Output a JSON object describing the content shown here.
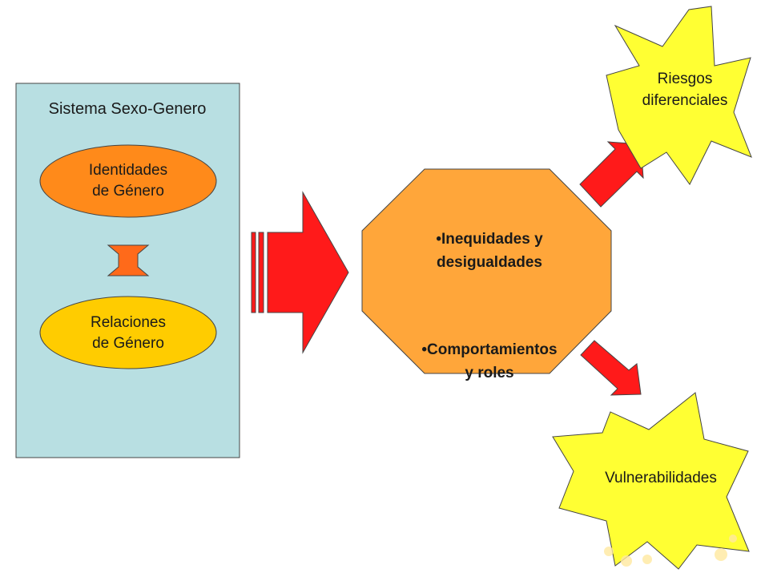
{
  "system": {
    "title": "Sistema Sexo-Genero",
    "identity_label": "Identidades\nde Género",
    "relations_label": "Relaciones\nde Género"
  },
  "center": {
    "item1": "•Inequidades y\ndesigualdades",
    "item2": "•Comportamientos\ny roles"
  },
  "outcomes": {
    "risks": "Riesgos\ndiferenciales",
    "vulnerabilities": "Vulnerabilidades"
  },
  "colors": {
    "system_box": "#b8dfe2",
    "identity_fill": "#ff8a1a",
    "relations_fill": "#ffcc00",
    "double_arrow": "#ff6a1a",
    "big_arrow": "#ff1a1a",
    "octagon": "#ffa63a",
    "burst": "#ffff33",
    "outline": "#3a3a3a"
  }
}
